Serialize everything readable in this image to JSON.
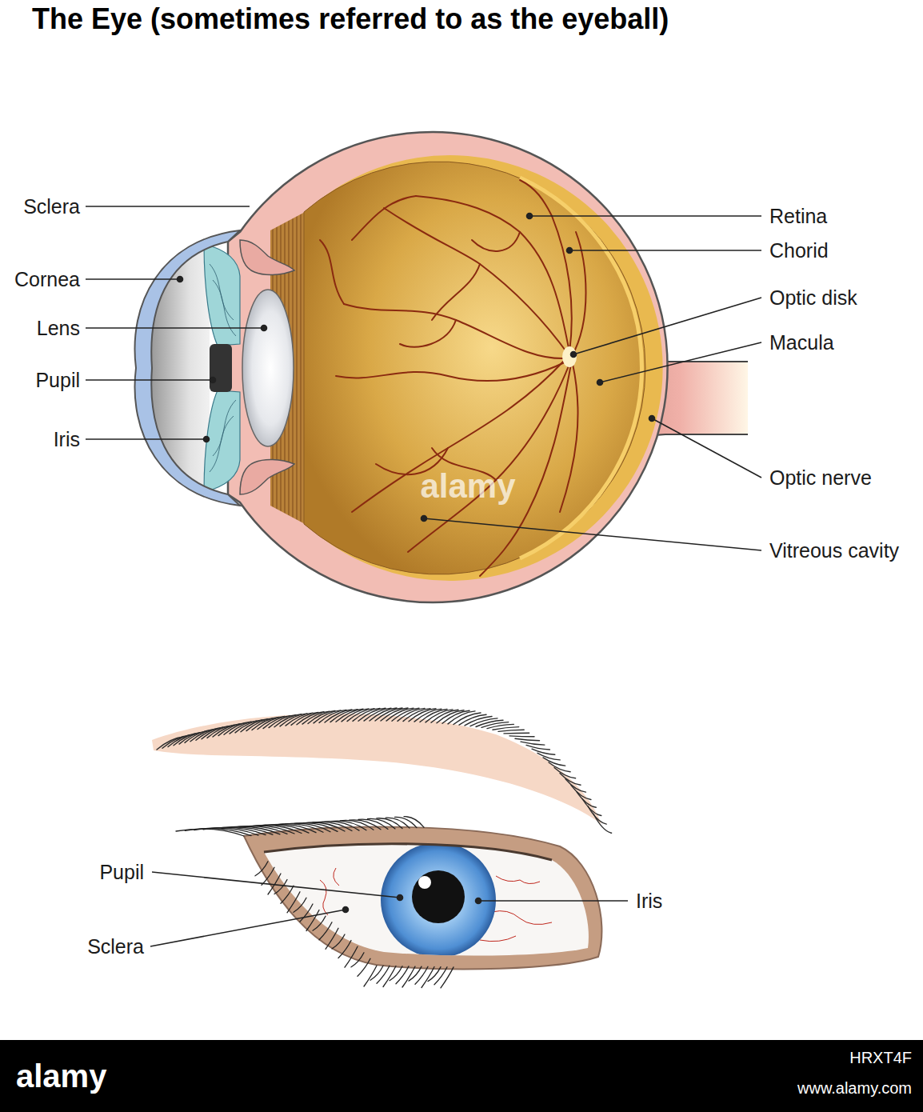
{
  "diagram": {
    "title": "The Eye (sometimes referred to as the eyeball)",
    "labels": [
      "Sclera",
      "Cornea",
      "Lens",
      "Pupil",
      "Iris",
      "Retina",
      "Chorid",
      "Optic disk",
      "Macula",
      "Optic nerve",
      "Vitreous cavity",
      "Pupil",
      "Sclera",
      "Iris",
      "alamy",
      "alamy",
      "HRXT4F",
      "www.alamy.com"
    ]
  }
}
